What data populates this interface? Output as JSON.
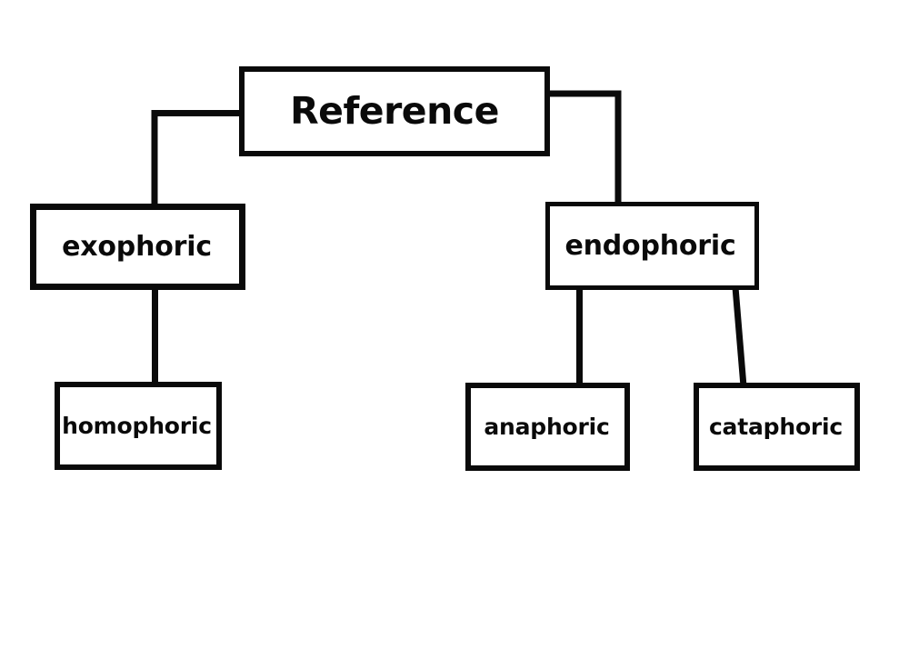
{
  "diagram": {
    "type": "hierarchy-tree",
    "title": "Reference",
    "background_color": "#ffffff",
    "line_color": "#0a0a0a",
    "text_color": "#0a0a0a",
    "nodes": [
      {
        "id": "reference",
        "label": "Reference",
        "level": 0
      },
      {
        "id": "exophoric",
        "label": "exophoric",
        "level": 1
      },
      {
        "id": "endophoric",
        "label": "endophoric",
        "level": 1
      },
      {
        "id": "homophoric",
        "label": "homophoric",
        "level": 2
      },
      {
        "id": "anaphoric",
        "label": "anaphoric",
        "level": 2
      },
      {
        "id": "cataphoric",
        "label": "cataphoric",
        "level": 2
      }
    ],
    "edges": [
      {
        "from": "reference",
        "to": "exophoric",
        "style": "elbow-left"
      },
      {
        "from": "reference",
        "to": "endophoric",
        "style": "elbow-right"
      },
      {
        "from": "exophoric",
        "to": "homophoric",
        "style": "straight"
      },
      {
        "from": "endophoric",
        "to": "anaphoric",
        "style": "straight"
      },
      {
        "from": "endophoric",
        "to": "cataphoric",
        "style": "slanted"
      }
    ]
  }
}
